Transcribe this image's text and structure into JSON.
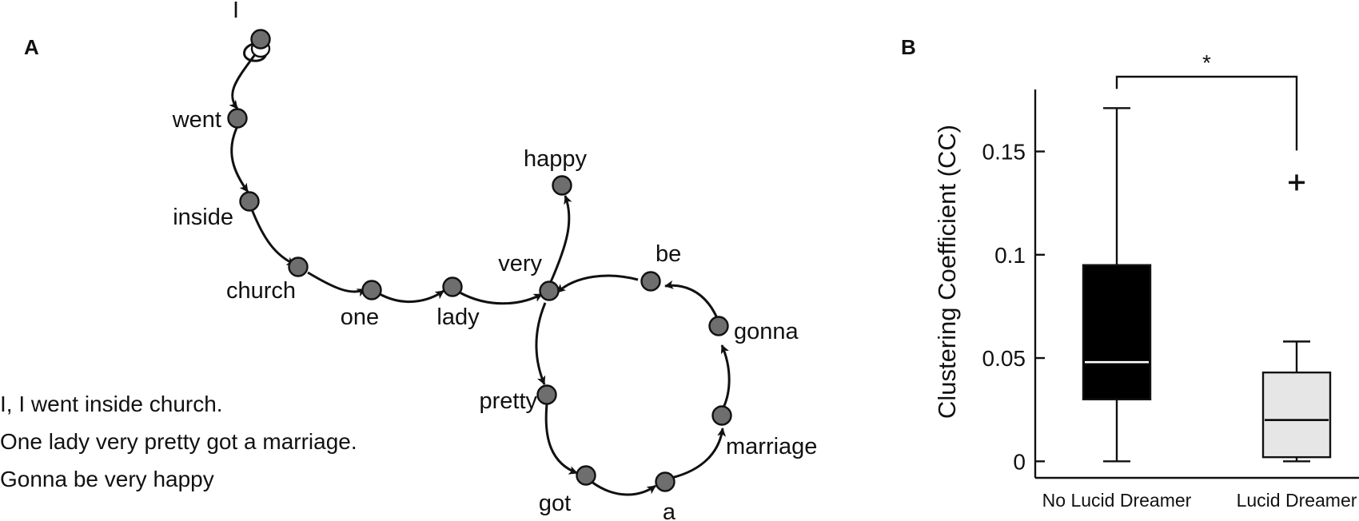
{
  "panel_a": {
    "letter": "A",
    "sentences": [
      "I, I went inside church.",
      "One lady very pretty got a marriage.",
      "Gonna be very happy"
    ],
    "nodes": [
      {
        "id": "I",
        "label": "I"
      },
      {
        "id": "went",
        "label": "went"
      },
      {
        "id": "inside",
        "label": "inside"
      },
      {
        "id": "church",
        "label": "church"
      },
      {
        "id": "one",
        "label": "one"
      },
      {
        "id": "lady",
        "label": "lady"
      },
      {
        "id": "very",
        "label": "very"
      },
      {
        "id": "happy",
        "label": "happy"
      },
      {
        "id": "be",
        "label": "be"
      },
      {
        "id": "gonna",
        "label": "gonna"
      },
      {
        "id": "marriage",
        "label": "marriage"
      },
      {
        "id": "a",
        "label": "a"
      },
      {
        "id": "got",
        "label": "got"
      },
      {
        "id": "pretty",
        "label": "pretty"
      }
    ],
    "edges": [
      [
        "I",
        "I"
      ],
      [
        "I",
        "went"
      ],
      [
        "went",
        "inside"
      ],
      [
        "inside",
        "church"
      ],
      [
        "church",
        "one"
      ],
      [
        "one",
        "lady"
      ],
      [
        "lady",
        "very"
      ],
      [
        "very",
        "pretty"
      ],
      [
        "pretty",
        "got"
      ],
      [
        "got",
        "a"
      ],
      [
        "a",
        "marriage"
      ],
      [
        "marriage",
        "gonna"
      ],
      [
        "gonna",
        "be"
      ],
      [
        "be",
        "very"
      ],
      [
        "very",
        "happy"
      ]
    ]
  },
  "chart_data": {
    "type": "box",
    "letter": "B",
    "ylabel": "Clustering Coefficient (CC)",
    "ylim": [
      -0.008,
      0.18
    ],
    "yticks": [
      {
        "value": 0,
        "label": "0"
      },
      {
        "value": 0.05,
        "label": "0.05"
      },
      {
        "value": 0.1,
        "label": "0.1"
      },
      {
        "value": 0.15,
        "label": "0.15"
      }
    ],
    "categories": [
      "No Lucid Dreamer",
      "Lucid Dreamer"
    ],
    "boxes": [
      {
        "category": "No Lucid Dreamer",
        "min": 0.0,
        "q1": 0.03,
        "median": 0.048,
        "q3": 0.095,
        "max": 0.171,
        "outliers": [],
        "fill": "#000000",
        "median_color": "#ffffff"
      },
      {
        "category": "Lucid Dreamer",
        "min": 0.0,
        "q1": 0.002,
        "median": 0.02,
        "q3": 0.043,
        "max": 0.058,
        "outliers": [
          0.135
        ],
        "fill": "#e6e6e6",
        "median_color": "#000000"
      }
    ],
    "significance": {
      "label": "*",
      "between": [
        "No Lucid Dreamer",
        "Lucid Dreamer"
      ]
    },
    "grid": false
  }
}
